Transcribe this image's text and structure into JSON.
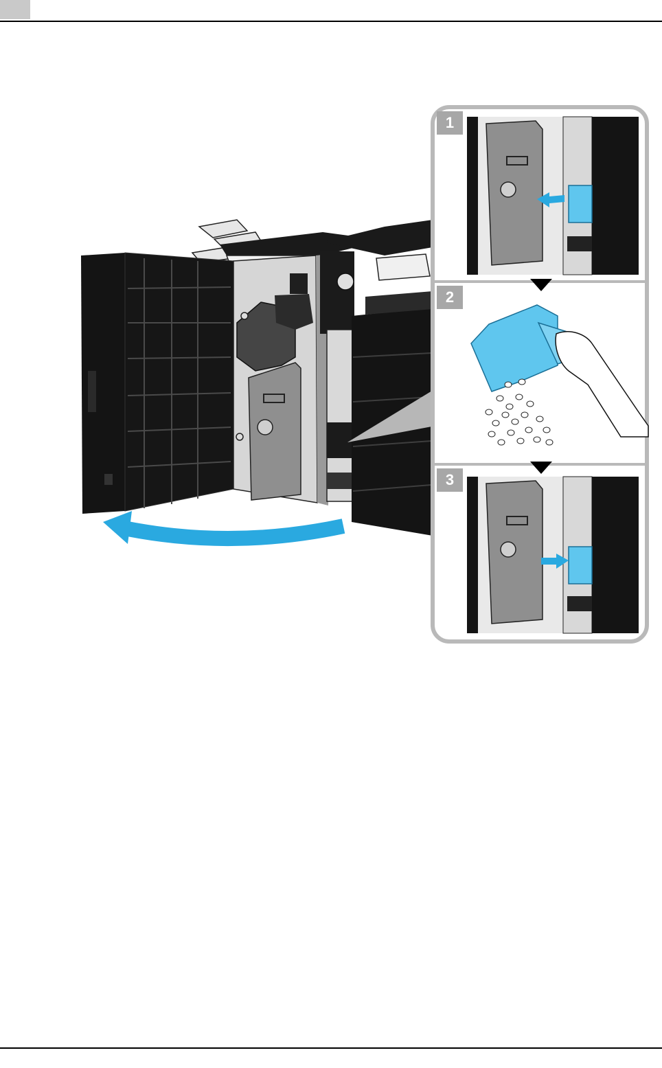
{
  "steps": [
    {
      "number": "1",
      "icon": "push-left-arrow-icon"
    },
    {
      "number": "2",
      "icon": "empty-box-icon"
    },
    {
      "number": "3",
      "icon": "push-right-arrow-icon"
    }
  ],
  "colors": {
    "accent_blue": "#2aa9e0",
    "part_blue": "#5fc6ee",
    "machine_black": "#141414",
    "panel_gray": "#8f8f8f",
    "frame_gray": "#b9b9b9",
    "badge_gray": "#a7a7a7"
  }
}
